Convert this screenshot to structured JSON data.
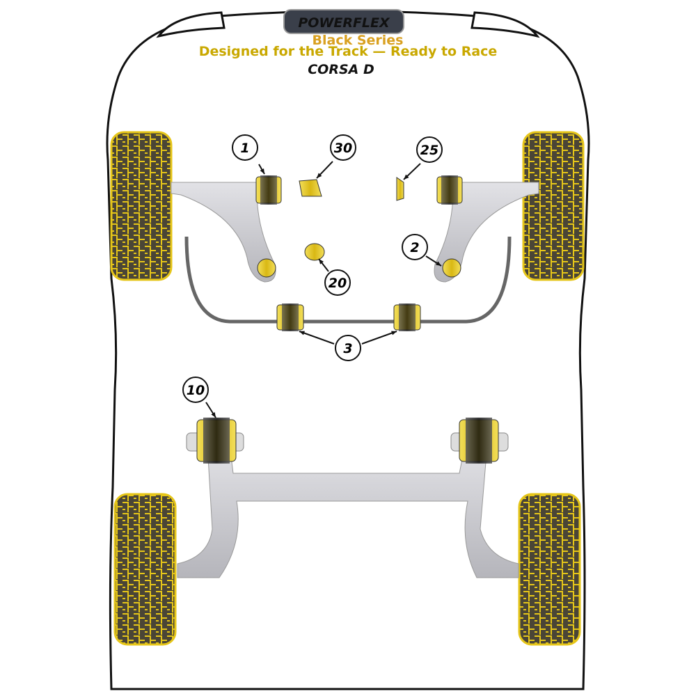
{
  "logo": {
    "brand": "POWERFLEX",
    "series": "Black Series",
    "tagline": "Designed for the Track — Ready to Race"
  },
  "model": "CORSA D",
  "callouts": [
    "1",
    "30",
    "25",
    "2",
    "20",
    "3",
    "10"
  ],
  "colors": {
    "bush": "#e8c91a",
    "bush_dark": "#2b2b2b",
    "arm": "#c8c8cc",
    "tyre": "#e6c619"
  }
}
